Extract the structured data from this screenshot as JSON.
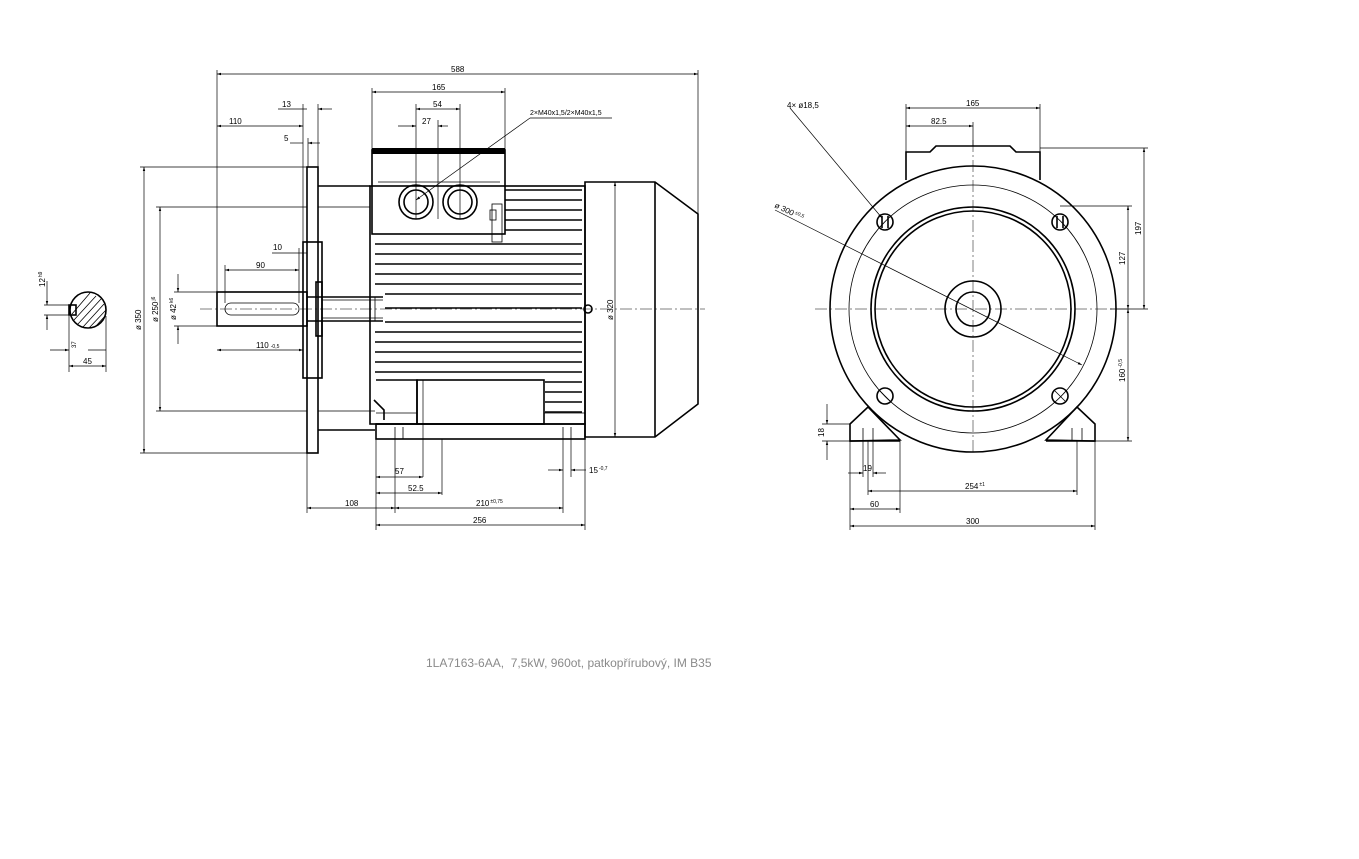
{
  "caption": "1LA7163-6AA,  7,5kW, 960ot, patkopřírubový, IM B35",
  "dims": {
    "overall_length": "588",
    "terminal_box_width": "165",
    "gland_spacing": "54",
    "gland_offset": "27",
    "cable_glands": "2×M40x1,5/2×M40x1,5",
    "flange_thickness_13": "13",
    "shaft_110_top": "110",
    "spigot_5": "5",
    "key_offset_10": "10",
    "key_length_90": "90",
    "shaft_110_bottom": "110",
    "shaft_110_tol": "-0,5",
    "flange_dia": "ø 350",
    "spigot_dia": "ø 250",
    "spigot_tol": "j6",
    "shaft_dia": "ø 42",
    "shaft_tol": "k6",
    "motor_dia": "ø 320",
    "foot_57": "57",
    "foot_525": "52.5",
    "foot_15": "15",
    "foot_15_tol": "-0,7",
    "foot_108": "108",
    "foot_210": "210",
    "foot_210_tol": "±0,75",
    "foot_256": "256",
    "key_12": "12",
    "key_12_tol": "h9",
    "key_37": "37",
    "key_45": "45",
    "holes": "4× ø18,5",
    "pcd": "ø 300",
    "pcd_tol": "±0,5",
    "end_165": "165",
    "end_825": "82.5",
    "end_197": "197",
    "end_127": "127",
    "end_160": "160",
    "end_160_tol": "-0,5",
    "end_18": "18",
    "end_19": "19",
    "end_254": "254",
    "end_254_tol": "±1",
    "end_60": "60",
    "end_300": "300"
  }
}
